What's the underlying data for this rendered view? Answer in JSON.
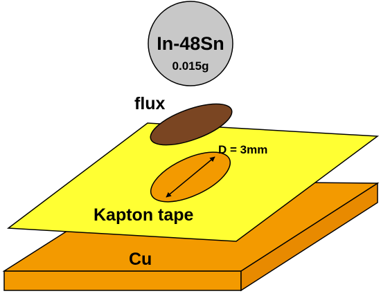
{
  "solder_ball": {
    "label": "In-48Sn",
    "mass": "0.015g",
    "fill_color": "#c8c8c8"
  },
  "flux": {
    "label": "flux",
    "fill_color": "#7a4522"
  },
  "kapton_tape": {
    "label": "Kapton tape",
    "fill_color": "#ffff33"
  },
  "hole": {
    "label": "D = 3mm",
    "fill_color": "#f39a00"
  },
  "substrate": {
    "label": "Cu",
    "top_color": "#f39a00",
    "side_color": "#e88a00"
  }
}
